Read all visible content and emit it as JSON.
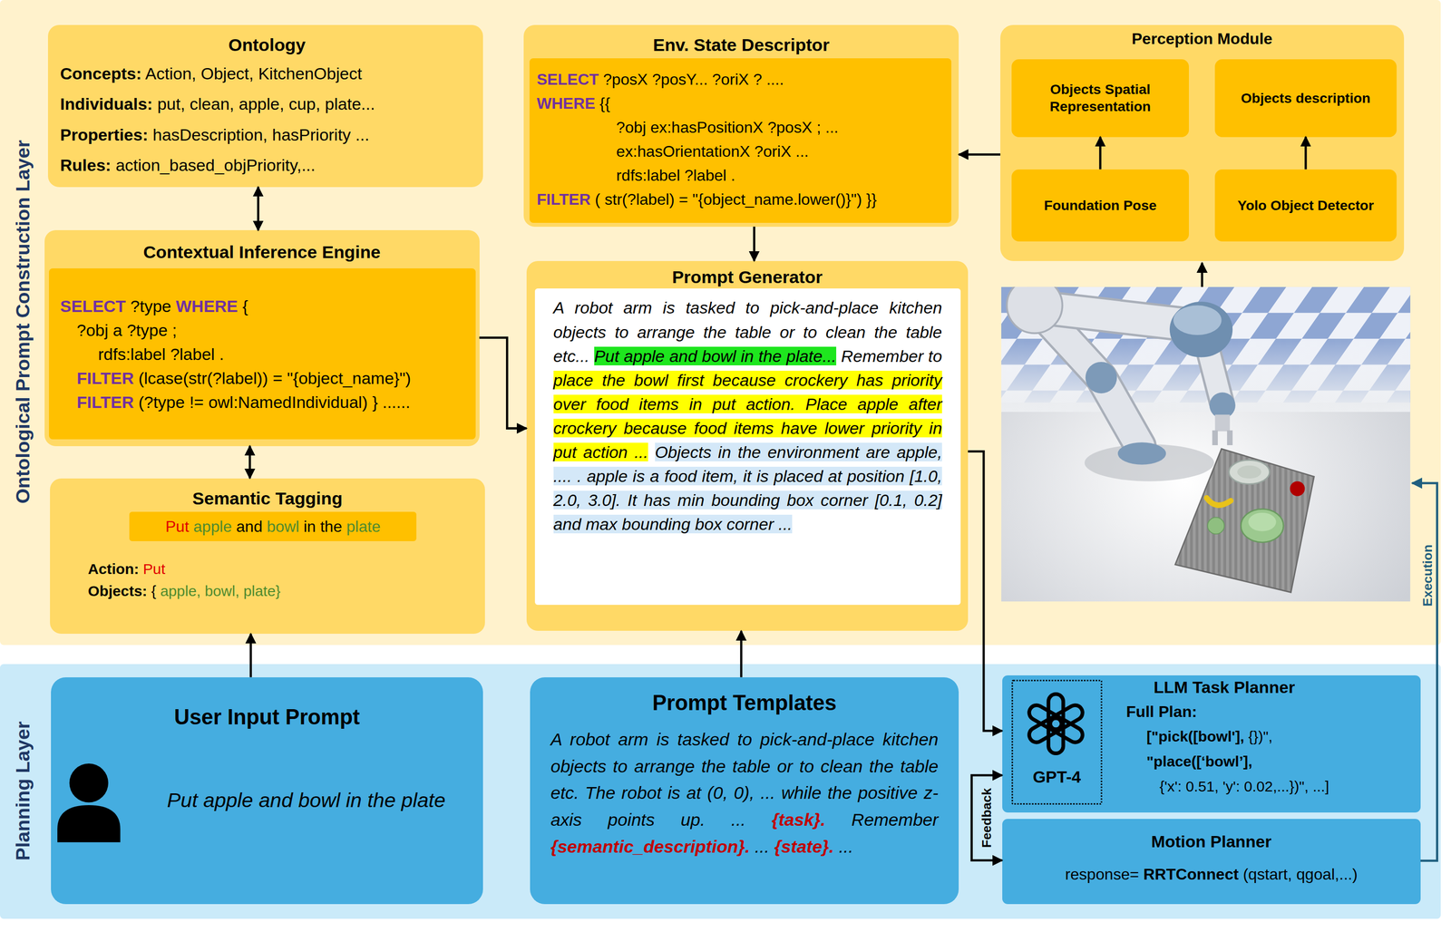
{
  "diagram": {
    "nodes": [
      {
        "text": [
          "Ontological Prompt Construction Layer"
        ]
      },
      {
        "text": [
          "Ontology",
          "Concepts: Action, Object, KitchenObject",
          "Individuals: put, clean, apple, cup, plate...",
          "Properties: hasDescription, hasPriority ...",
          "Rules: action_based_objPriority,..."
        ],
        "in": 0
      },
      {
        "text": [
          "Env. State Descriptor"
        ],
        "in": 0
      },
      {
        "text": [
          "SELECT ?posX ?posY... ?oriX ? ....",
          "WHERE {{",
          "?obj ex:hasPositionX ?posX ; ...",
          "ex:hasOrientationX ?oriX ...",
          "rdfs:label ?label .",
          "FILTER ( str(?label) = \"{object_name.lower()}\") }}"
        ],
        "in": 2
      },
      {
        "text": [
          "Perception Module"
        ],
        "in": 0
      },
      {
        "text": [
          "Objects Spatial Representation"
        ],
        "in": 4
      },
      {
        "text": [
          "Objects description"
        ],
        "in": 4
      },
      {
        "text": [
          "Foundation Pose"
        ],
        "in": 4
      },
      {
        "text": [
          "Yolo Object Detector"
        ],
        "in": 4
      },
      {
        "text": [
          "Contextual Inference Engine"
        ],
        "in": 0
      },
      {
        "text": [
          "SELECT ?type WHERE {",
          "?obj a ?type ;",
          "rdfs:label ?label .",
          "FILTER (lcase(str(?label)) = \"{object_name}\")",
          "FILTER (?type != owl:NamedIndividual) } ......"
        ],
        "in": 9
      },
      {
        "text": [
          "Prompt Generator"
        ],
        "in": 0
      },
      {
        "text": [
          "A robot arm is tasked to pick-and-place kitchen objects to arrange the table or to clean the table etc...",
          "Put apple and bowl in the plate...",
          "Remember to",
          "place the bowl first because crockery has priority over food items in put action. Place apple after crockery because food items have lower priority in put action ...",
          "Objects in the environment are apple, .... . apple is a food item, it is placed at position [1.0, 2.0, 3.0]. It has min bounding box corner [0.1, 0.2] and max bounding box corner ..."
        ],
        "in": 11
      },
      {
        "text": [
          "Semantic Tagging",
          "Action: Put",
          "Objects: { apple, bowl, plate}"
        ],
        "in": 0
      },
      {
        "text": [
          "Put apple and bowl in the plate"
        ],
        "in": 13
      },
      {
        "text": [
          "Planning Layer"
        ]
      },
      {
        "text": [
          "User Input Prompt",
          "Put apple and bowl in the plate"
        ],
        "in": 15
      },
      {
        "text": [
          "Prompt Templates",
          "A robot arm is tasked to pick-and-place kitchen objects to arrange the table or to clean the table etc. The robot is at (0, 0), ... while the positive z-axis points up. ... {task}. Remember {semantic_description}. ... {state}. ..."
        ],
        "in": 15
      },
      {
        "text": [
          "LLM Task Planner",
          "Full Plan:",
          "[\"pick([bowl'], {})\",",
          "\"place([‘bowl’],",
          "{'x': 0.51, 'y': 0.02,...})\", ...]"
        ],
        "in": 15
      },
      {
        "text": [
          "GPT-4"
        ],
        "in": 18
      },
      {
        "text": [
          "Motion Planner",
          "response= RRTConnect (qstart, qgoal,...)"
        ],
        "in": 15
      }
    ],
    "edges": [
      {
        "from": 1,
        "to": 9,
        "arrow": "both"
      },
      {
        "from": 9,
        "to": 13,
        "arrow": "both"
      },
      {
        "from": 16,
        "to": 13,
        "arrow": "to"
      },
      {
        "from": 9,
        "to": 11,
        "arrow": "to"
      },
      {
        "from": 2,
        "to": 11,
        "arrow": "to"
      },
      {
        "from": 4,
        "to": 2,
        "arrow": "to"
      },
      {
        "from": 7,
        "to": 5,
        "arrow": "to"
      },
      {
        "from": 8,
        "to": 6,
        "arrow": "to"
      },
      {
        "from": 17,
        "to": 11,
        "arrow": "to"
      },
      {
        "from": 11,
        "to": 18,
        "arrow": "to"
      },
      {
        "from": 18,
        "to": 20,
        "label": "Feedback",
        "arrow": "both"
      }
    ],
    "labels": [
      "Execution"
    ]
  }
}
